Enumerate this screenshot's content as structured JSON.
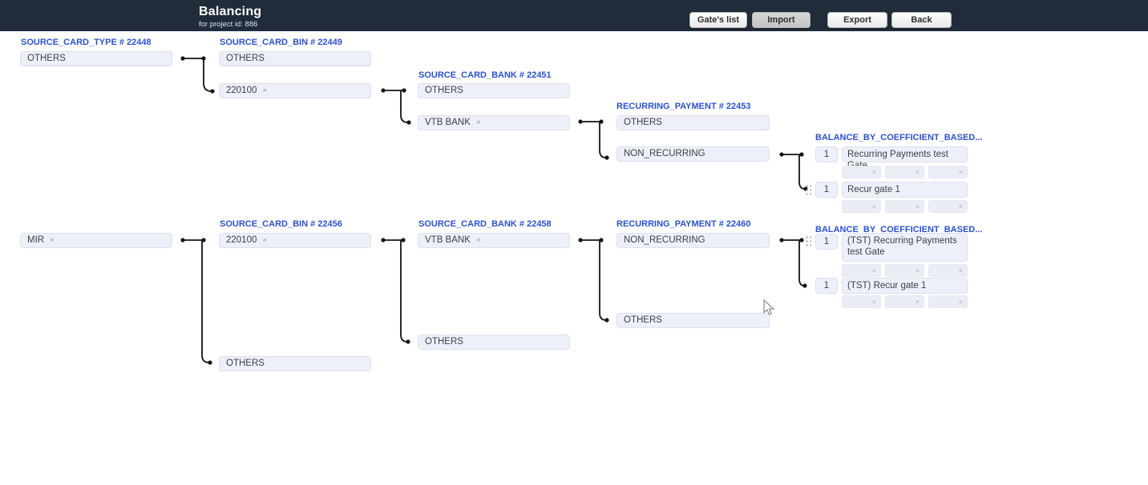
{
  "header": {
    "title": "Balancing",
    "subtitle": "for project id: 886",
    "buttons": [
      {
        "label": "Gate's list"
      },
      {
        "label": "Import"
      },
      {
        "label": "Export"
      },
      {
        "label": "Back"
      }
    ]
  },
  "colors": {
    "topbar_bg": "#202c3a",
    "accent_blue": "#2b51d2",
    "node_bg": "#eef0f9",
    "node_border": "#dce0ee",
    "connector": "#141414"
  },
  "ui": {
    "remove_glyph": "×"
  },
  "groups": [
    {
      "title": "SOURCE_CARD_TYPE # 22448",
      "items": [
        {
          "label": "OTHERS"
        },
        {
          "label": "MIR"
        }
      ]
    },
    {
      "title": "SOURCE_CARD_BIN # 22449",
      "items": [
        {
          "label": "OTHERS"
        },
        {
          "label": "220100"
        }
      ]
    },
    {
      "title": "SOURCE_CARD_BANK # 22451",
      "items": [
        {
          "label": "OTHERS"
        },
        {
          "label": "VTB BANK"
        }
      ]
    },
    {
      "title": "RECURRING_PAYMENT # 22453",
      "items": [
        {
          "label": "OTHERS"
        },
        {
          "label": "NON_RECURRING"
        }
      ]
    },
    {
      "title": "SOURCE_CARD_BIN # 22456",
      "items": [
        {
          "label": "220100"
        },
        {
          "label": "OTHERS"
        }
      ]
    },
    {
      "title": "SOURCE_CARD_BANK # 22458",
      "items": [
        {
          "label": "VTB BANK"
        },
        {
          "label": "OTHERS"
        }
      ]
    },
    {
      "title": "RECURRING_PAYMENT # 22460",
      "items": [
        {
          "label": "NON_RECURRING"
        },
        {
          "label": "OTHERS"
        }
      ]
    }
  ],
  "gate_groups": [
    {
      "title": "BALANCE_BY_COEFFICIENT_BASED...",
      "rows": [
        {
          "coefficient": "1",
          "gate": "Recurring Payments test Gate"
        },
        {
          "coefficient": "1",
          "gate": "Recur gate 1"
        }
      ]
    },
    {
      "title": "BALANCE_BY_COEFFICIENT_BASED...",
      "rows": [
        {
          "coefficient": "1",
          "gate": "(TST) Recurring Payments test Gate"
        },
        {
          "coefficient": "1",
          "gate": "(TST) Recur gate 1"
        }
      ]
    }
  ]
}
